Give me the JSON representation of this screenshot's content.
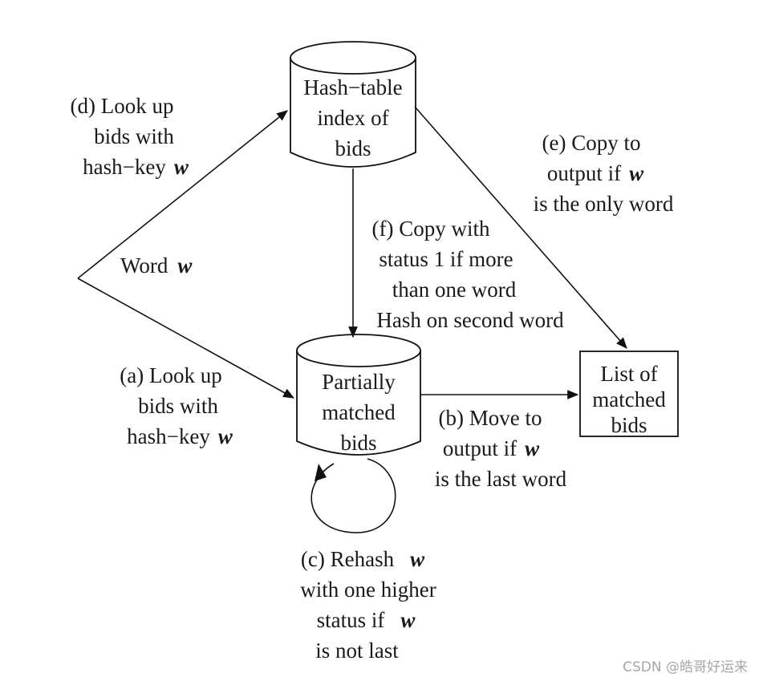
{
  "nodes": {
    "hash_table": {
      "lines": [
        "Hash−table",
        "index of",
        "bids"
      ]
    },
    "partial": {
      "lines": [
        "Partially",
        "matched",
        "bids"
      ]
    },
    "list": {
      "lines": [
        "List of",
        "matched",
        "bids"
      ]
    }
  },
  "word_label": {
    "text": "Word",
    "var": "w"
  },
  "edge_labels": {
    "a": {
      "lines": [
        {
          "t": "(a) Look up"
        },
        {
          "t": "bids with"
        },
        {
          "t": "hash−key",
          "v": "w"
        }
      ]
    },
    "b": {
      "lines": [
        {
          "t": "(b) Move to"
        },
        {
          "t": "output if",
          "v": "w"
        },
        {
          "t": "is the last word"
        }
      ]
    },
    "c": {
      "lines": [
        {
          "t": "(c) Rehash",
          "v": "w"
        },
        {
          "t": "with one higher"
        },
        {
          "t": "status if",
          "v": "w"
        },
        {
          "t": "is not last"
        }
      ]
    },
    "d": {
      "lines": [
        {
          "t": "(d) Look up"
        },
        {
          "t": "bids with"
        },
        {
          "t": "hash−key",
          "v": "w"
        }
      ]
    },
    "e": {
      "lines": [
        {
          "t": "(e) Copy to"
        },
        {
          "t": "output if",
          "v": "w"
        },
        {
          "t": "is the only word"
        }
      ]
    },
    "f": {
      "lines": [
        {
          "t": "(f) Copy with"
        },
        {
          "t": "status 1 if more"
        },
        {
          "t": "than one word"
        },
        {
          "t": "Hash on second word"
        }
      ]
    }
  },
  "watermark": "CSDN @皓哥好运来"
}
